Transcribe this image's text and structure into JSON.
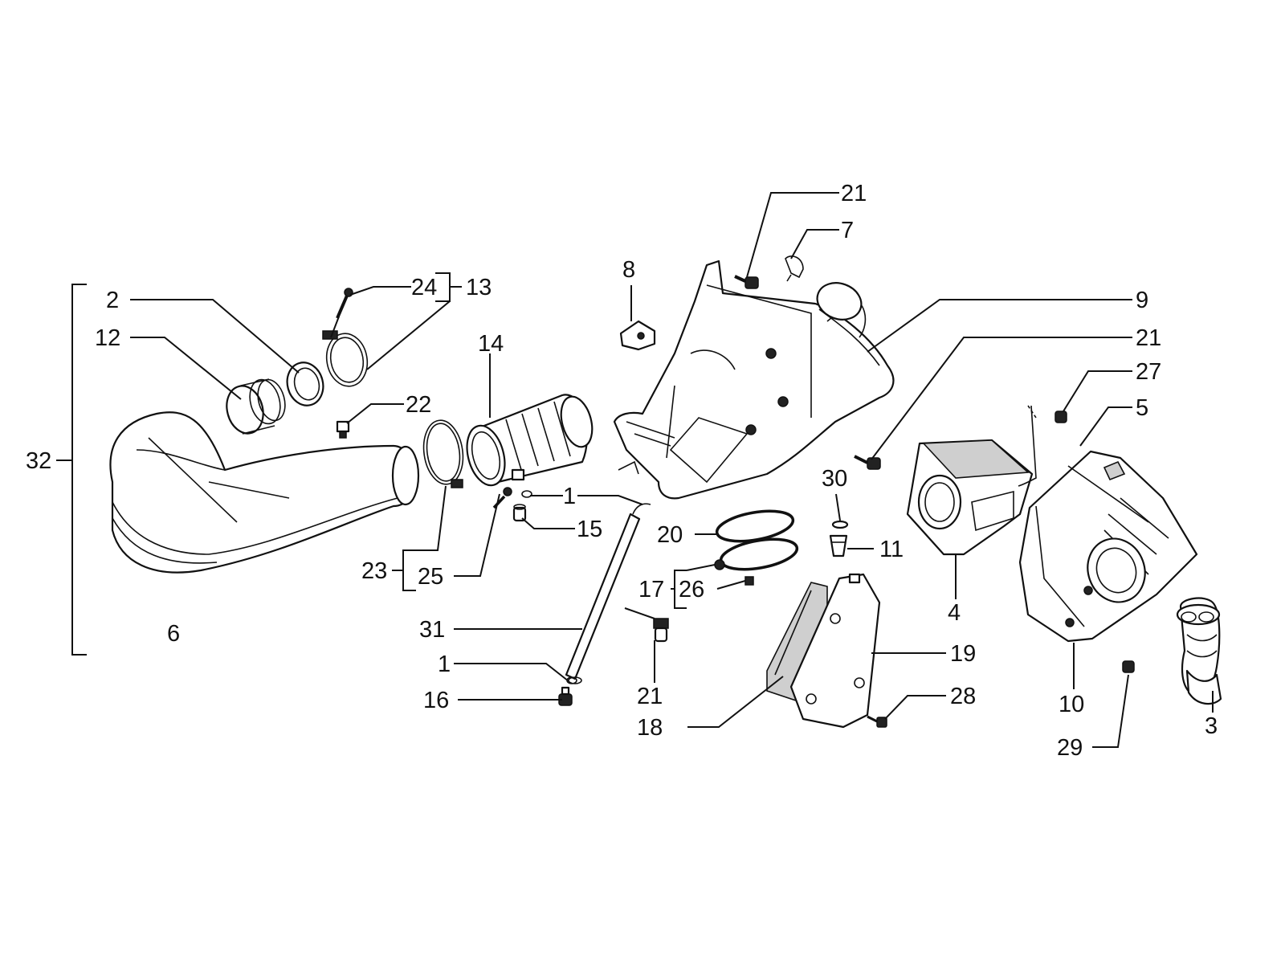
{
  "diagram": {
    "callouts": {
      "c1a": "1",
      "c1b": "1",
      "c2": "2",
      "c3": "3",
      "c4": "4",
      "c5": "5",
      "c6": "6",
      "c7": "7",
      "c8": "8",
      "c9": "9",
      "c10": "10",
      "c11": "11",
      "c12": "12",
      "c13": "13",
      "c14": "14",
      "c15": "15",
      "c16": "16",
      "c17": "17",
      "c18": "18",
      "c19": "19",
      "c20": "20",
      "c21a": "21",
      "c21b": "21",
      "c21c": "21",
      "c22": "22",
      "c23": "23",
      "c24": "24",
      "c25": "25",
      "c26": "26",
      "c27": "27",
      "c28": "28",
      "c29": "29",
      "c30": "30",
      "c31": "31",
      "c32": "32"
    }
  }
}
